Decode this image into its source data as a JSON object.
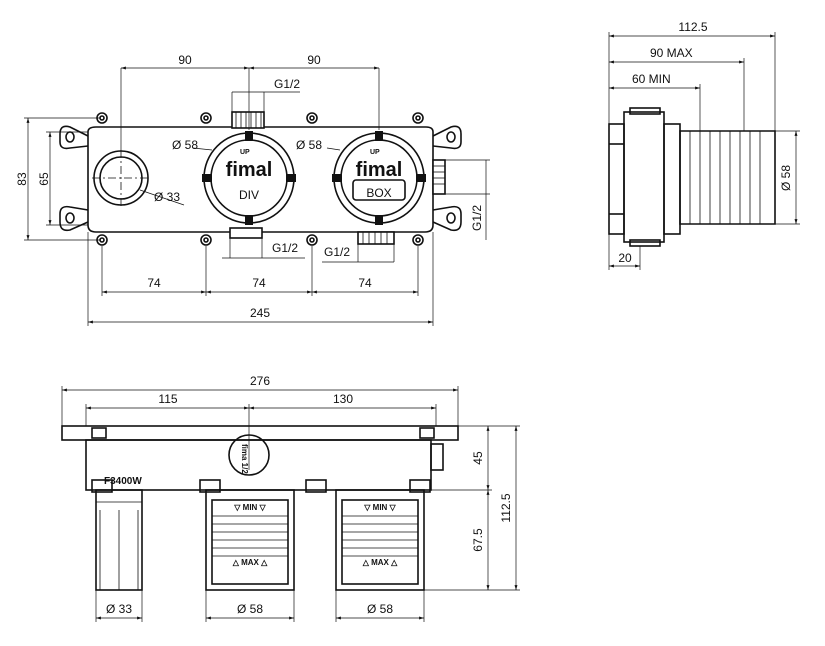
{
  "front_view": {
    "dim_top_left": "90",
    "dim_top_right": "90",
    "thread_top": "G1/2",
    "dia_left_port": "Ø 58",
    "dia_right_port": "Ø 58",
    "dia_small": "Ø 33",
    "dim_height_outer": "83",
    "dim_height_inner": "65",
    "thread_bottom_left": "G1/2",
    "thread_bottom_right": "G1/2",
    "thread_right_side": "G1/2",
    "dim_bottom_1": "74",
    "dim_bottom_2": "74",
    "dim_bottom_3": "74",
    "dim_total": "245",
    "badge_left": {
      "brand": "fimal",
      "word": "DIV",
      "arrow": "UP"
    },
    "badge_right": {
      "brand": "fimal",
      "word": "BOX",
      "arrow": "UP"
    }
  },
  "side_view": {
    "dim_total": "112.5",
    "dim_max": "90 MAX",
    "dim_min": "60 MIN",
    "dia": "Ø 58",
    "dim_base": "20"
  },
  "top_view": {
    "dim_total": "276",
    "dim_left": "115",
    "dim_right": "130",
    "model": "F3400W",
    "dim_45": "45",
    "dim_67": "67.5",
    "dim_112": "112.5",
    "dia_1": "Ø 33",
    "dia_2": "Ø 58",
    "dia_3": "Ø 58",
    "min_label": "▽ MIN ▽",
    "max_label": "△ MAX △",
    "stamp": "fima 1/2"
  }
}
